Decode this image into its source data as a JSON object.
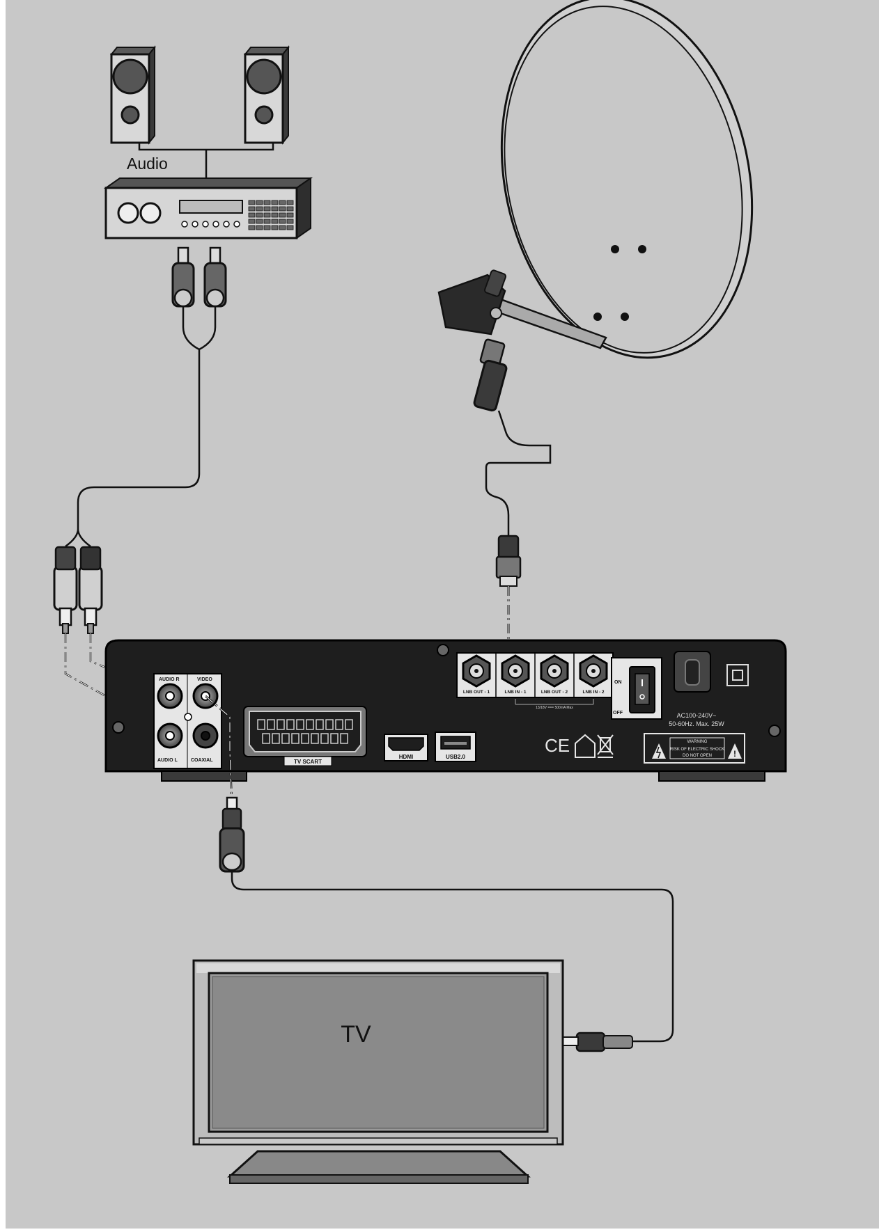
{
  "labels": {
    "audio": "Audio",
    "tv": "TV"
  },
  "receiver": {
    "audio_r": "AUDIO R",
    "audio_l": "AUDIO L",
    "video": "VIDEO",
    "coaxial": "COAXIAL",
    "tv_scart": "TV SCART",
    "hdmi": "HDMI",
    "usb": "USB2.0",
    "lnb_out_1": "LNB OUT - 1",
    "lnb_in_1": "LNB IN - 1",
    "lnb_out_2": "LNB OUT - 2",
    "lnb_in_2": "LNB IN - 2",
    "lnb_spec": "13/18V === 500mA Max",
    "switch_on": "ON",
    "switch_off": "OFF",
    "power_spec_1": "AC100-240V~",
    "power_spec_2": "50-60Hz. Max. 25W",
    "warning_title": "WARNING",
    "warning_line1": "RISK OF ELECTRIC SHOCK",
    "warning_line2": "DO NOT OPEN",
    "ce_mark": "CE"
  },
  "colors": {
    "background": "#c8c8c8",
    "device_dark": "#1e1e1e",
    "device_light": "#e6e6e6",
    "line": "#111111"
  }
}
